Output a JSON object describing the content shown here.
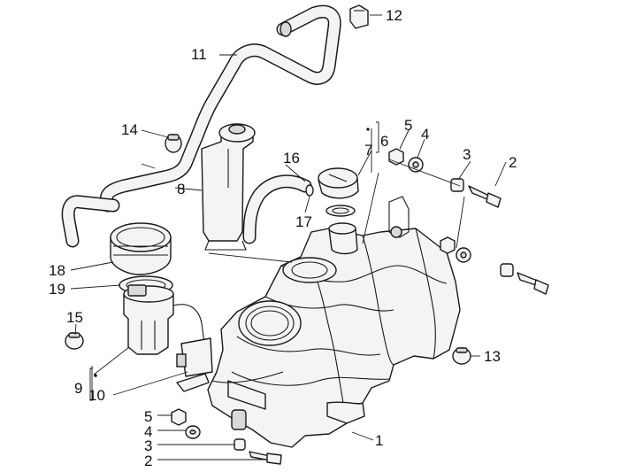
{
  "callouts": {
    "c1": "1",
    "c2a": "2",
    "c2b": "2",
    "c3a": "3",
    "c3b": "3",
    "c4a": "4",
    "c4b": "4",
    "c5a": "5",
    "c5b": "5",
    "c6": "6",
    "c7": "7",
    "c8": "8",
    "c9": "9",
    "c10": "10",
    "c11": "11",
    "c12": "12",
    "c13": "13",
    "c14": "14",
    "c15": "15",
    "c16": "16",
    "c17": "17",
    "c18": "18",
    "c19": "19"
  }
}
